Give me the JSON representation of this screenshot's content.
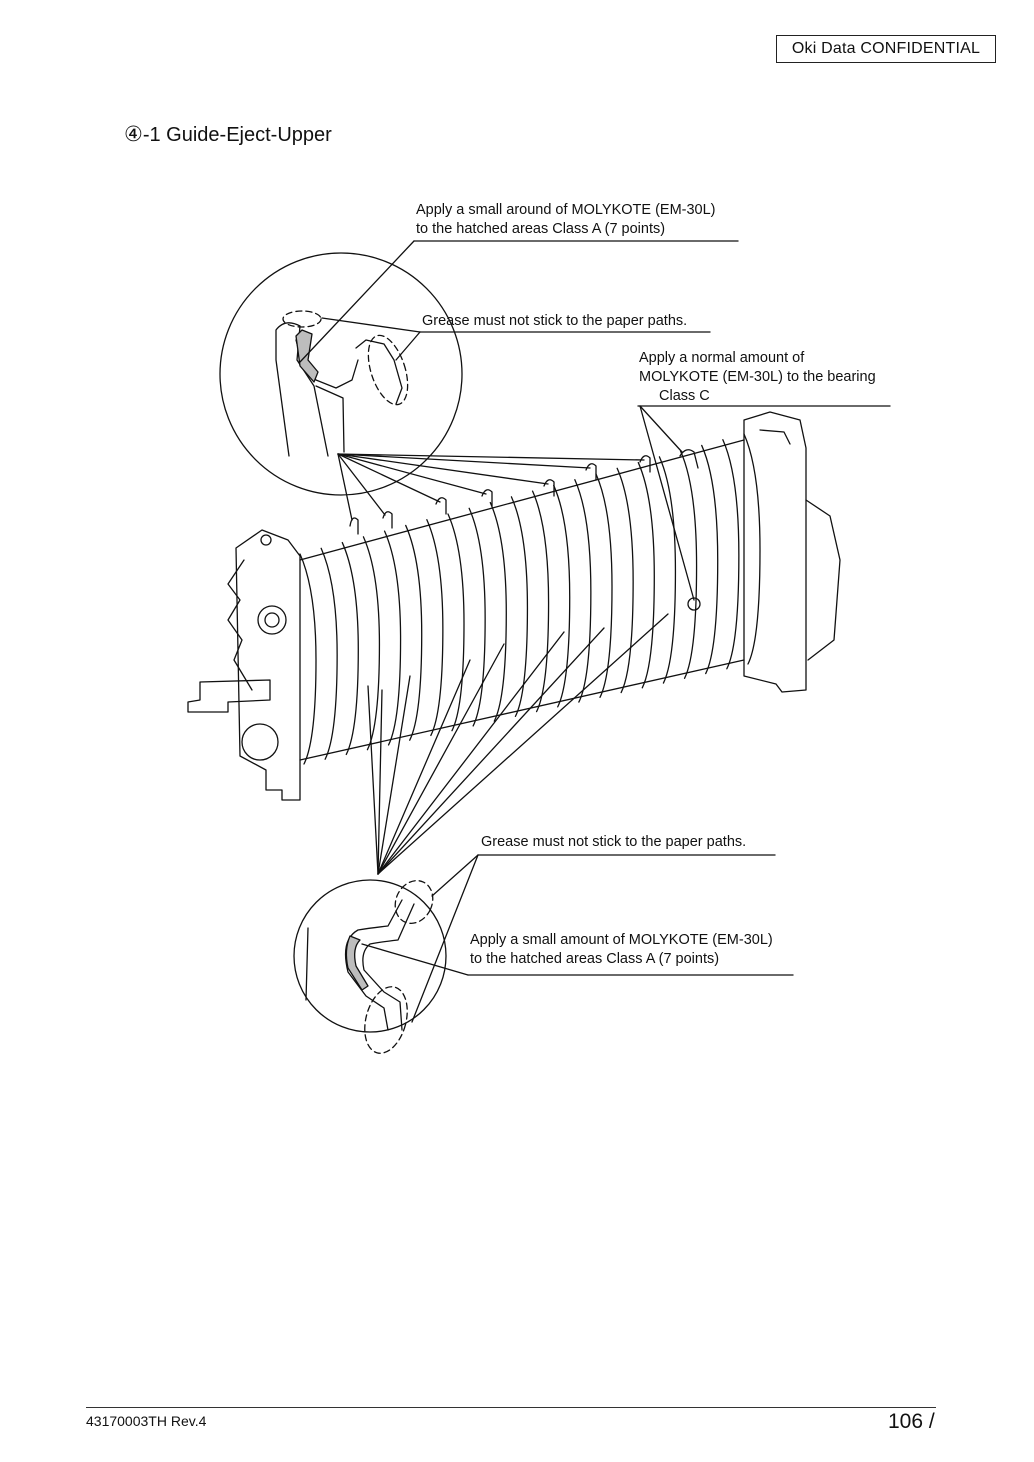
{
  "header": {
    "confidential": "Oki  Data  CONFIDENTIAL"
  },
  "section": {
    "marker": "④",
    "title": "-1 Guide-Eject-Upper"
  },
  "callouts": {
    "top_class_a": {
      "line1": "Apply a small around of MOLYKOTE (EM-30L)",
      "line2": "to the hatched areas    Class A (7 points)"
    },
    "top_grease": {
      "line1": "Grease must not stick to the paper paths."
    },
    "bearing": {
      "line1": "Apply a normal amount of",
      "line2": "MOLYKOTE (EM-30L) to the bearing",
      "line3": "Class C"
    },
    "bottom_grease": {
      "line1": "Grease must not stick to the paper paths."
    },
    "bottom_class_a": {
      "line1": "Apply a small amount of MOLYKOTE (EM-30L)",
      "line2": "to the hatched areas    Class A (7 points)"
    }
  },
  "footer": {
    "doc_id": "43170003TH  Rev.4",
    "page": "106 /"
  }
}
